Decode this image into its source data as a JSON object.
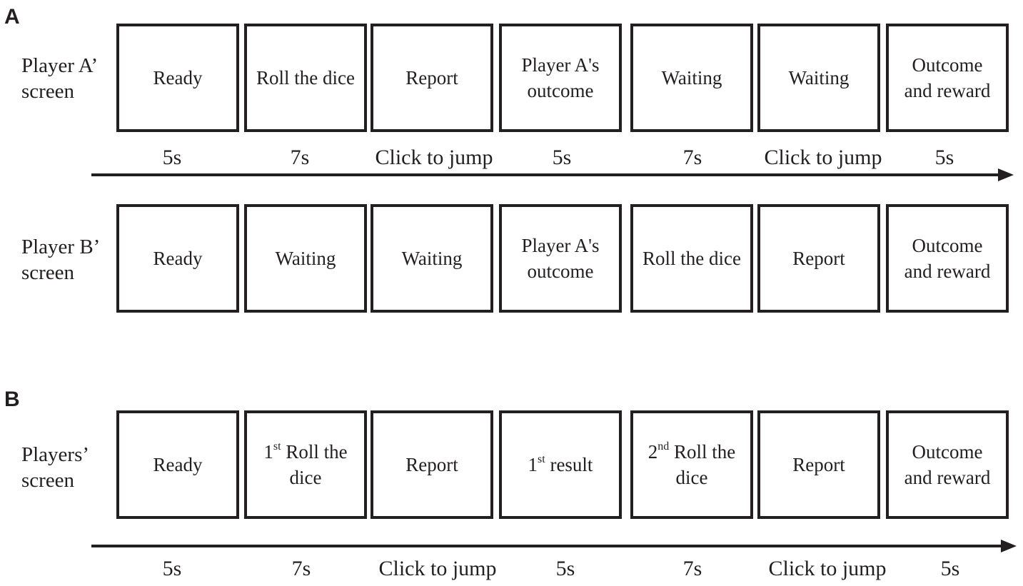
{
  "panel_a": {
    "letter": "A",
    "row_a": {
      "label_line1": "Player A’",
      "label_line2": "screen",
      "boxes": [
        {
          "text": "Ready"
        },
        {
          "text": "Roll the dice"
        },
        {
          "text": "Report"
        },
        {
          "text": "Player A's outcome"
        },
        {
          "text": "Waiting"
        },
        {
          "text": "Waiting"
        },
        {
          "text": "Outcome and reward"
        }
      ]
    },
    "timings": [
      "5s",
      "7s",
      "Click to jump",
      "5s",
      "7s",
      "Click to jump",
      "5s"
    ],
    "row_b": {
      "label_line1": "Player B’",
      "label_line2": "screen",
      "boxes": [
        {
          "text": "Ready"
        },
        {
          "text": "Waiting"
        },
        {
          "text": "Waiting"
        },
        {
          "text": "Player A's outcome"
        },
        {
          "text": "Roll the dice"
        },
        {
          "text": "Report"
        },
        {
          "text": "Outcome and reward"
        }
      ]
    }
  },
  "panel_b": {
    "letter": "B",
    "row": {
      "label_line1": "Players’",
      "label_line2": "screen",
      "boxes": [
        {
          "text": "Ready"
        },
        {
          "pre": "1",
          "sup": "st",
          "post": " Roll the dice"
        },
        {
          "text": "Report"
        },
        {
          "pre": "1",
          "sup": "st",
          "post": " result"
        },
        {
          "pre": "2",
          "sup": "nd",
          "post": " Roll the dice"
        },
        {
          "text": "Report"
        },
        {
          "text": "Outcome and reward"
        }
      ]
    },
    "timings": [
      "5s",
      "7s",
      "Click to jump",
      "5s",
      "7s",
      "Click to jump",
      "5s"
    ]
  },
  "colors": {
    "ink": "#231f20",
    "background": "#ffffff"
  }
}
